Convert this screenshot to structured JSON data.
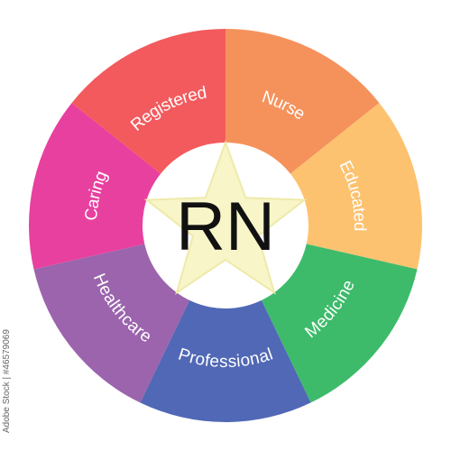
{
  "center": {
    "title": "RN"
  },
  "colors": {
    "center_fill": "#ffffff",
    "star_fill": "#f8f5c8",
    "star_stroke": "#eeeaa9"
  },
  "segments": [
    {
      "label": "Nurse",
      "color": "#f5925c"
    },
    {
      "label": "Educated",
      "color": "#fdc270"
    },
    {
      "label": "Medicine",
      "color": "#3dbb6b"
    },
    {
      "label": "Professional",
      "color": "#5068b5"
    },
    {
      "label": "Healthcare",
      "color": "#9b64ad"
    },
    {
      "label": "Caring",
      "color": "#e8409f"
    },
    {
      "label": "Registered",
      "color": "#f35a5d"
    }
  ],
  "stock_id": "Adobe Stock | #46579069"
}
